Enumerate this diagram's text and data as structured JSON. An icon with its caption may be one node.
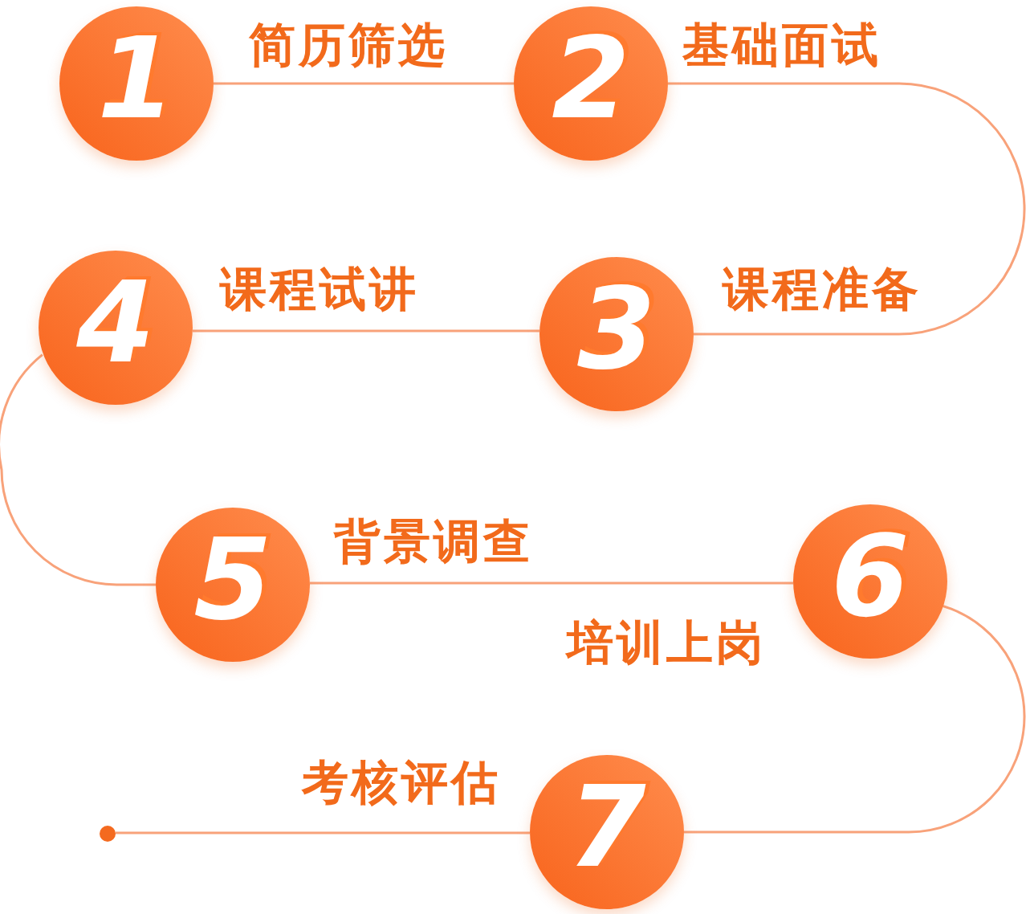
{
  "diagram": {
    "nodes": [
      {
        "text": [
          "1"
        ],
        "beside": [
          "简历筛选"
        ]
      },
      {
        "text": [
          "2"
        ],
        "beside": [
          "基础面试"
        ]
      },
      {
        "text": [
          "3"
        ],
        "beside": [
          "课程准备"
        ]
      },
      {
        "text": [
          "4"
        ],
        "beside": [
          "课程试讲"
        ]
      },
      {
        "text": [
          "5"
        ],
        "beside": [
          "背景调查"
        ]
      },
      {
        "text": [
          "6"
        ],
        "beside": [
          "培训上岗"
        ]
      },
      {
        "text": [
          "7"
        ],
        "beside": [
          "考核评估"
        ]
      },
      {
        "text": [],
        "shape": "circle"
      }
    ],
    "edges": [
      {
        "from": 0,
        "to": 1,
        "arrow": "none"
      },
      {
        "from": 1,
        "to": 2,
        "arrow": "none"
      },
      {
        "from": 2,
        "to": 3,
        "arrow": "none"
      },
      {
        "from": 3,
        "to": 4,
        "arrow": "none"
      },
      {
        "from": 4,
        "to": 5,
        "arrow": "none"
      },
      {
        "from": 5,
        "to": 6,
        "arrow": "none"
      },
      {
        "from": 6,
        "to": 7,
        "arrow": "none"
      }
    ]
  }
}
